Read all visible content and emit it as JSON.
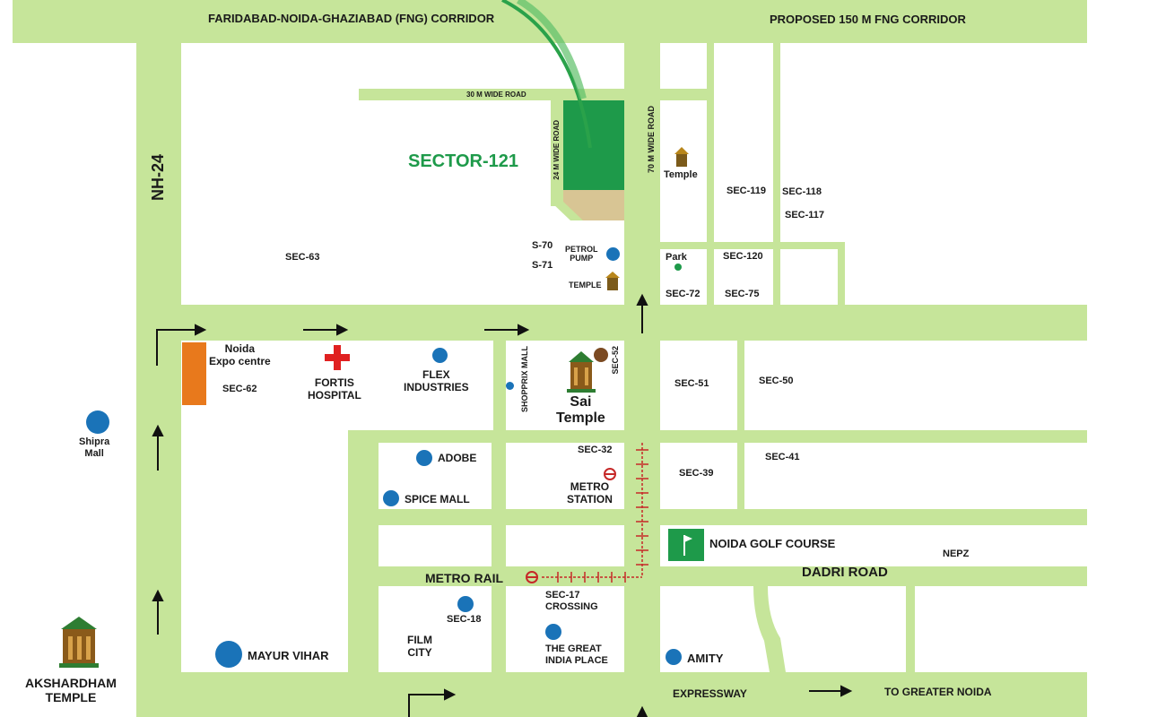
{
  "corridors": {
    "fng": "FARIDABAD-NOIDA-GHAZIABAD (FNG) CORRIDOR",
    "proposed": "PROPOSED 150 M FNG CORRIDOR"
  },
  "roads": {
    "nh24": "NH-24",
    "wide30": "30 M WIDE ROAD",
    "wide24": "24 M WIDE ROAD",
    "wide70": "70 M WIDE ROAD",
    "metro_rail": "METRO RAIL",
    "dadri": "DADRI ROAD",
    "expressway": "EXPRESSWAY",
    "greater_noida": "TO GREATER NOIDA"
  },
  "sectors": {
    "s121": "SECTOR-121",
    "s63": "SEC-63",
    "s70": "S-70",
    "s71": "S-71",
    "s119": "SEC-119",
    "s118": "SEC-118",
    "s117": "SEC-117",
    "s120": "SEC-120",
    "s72": "SEC-72",
    "s75": "SEC-75",
    "s62": "SEC-62",
    "s52": "SEC-52",
    "s51": "SEC-51",
    "s50": "SEC-50",
    "s32": "SEC-32",
    "s39": "SEC-39",
    "s41": "SEC-41",
    "nepz": "NEPZ",
    "s18": "SEC-18"
  },
  "places": {
    "petrol_pump": [
      "PETROL",
      "PUMP"
    ],
    "temple_small": "TEMPLE",
    "temple_top": "Temple",
    "park": "Park",
    "expo": [
      "Noida",
      "Expo centre"
    ],
    "fortis": [
      "FORTIS",
      "HOSPITAL"
    ],
    "flex": [
      "FLEX",
      "INDUSTRIES"
    ],
    "shopprix": "SHOPPRIX MALL",
    "sai": [
      "Sai",
      "Temple"
    ],
    "shipra": [
      "Shipra",
      "Mall"
    ],
    "adobe": "ADOBE",
    "spice": "SPICE MALL",
    "metro_station": [
      "METRO",
      "STATION"
    ],
    "golf": "NOIDA GOLF COURSE",
    "sec17": [
      "SEC-17",
      "CROSSING"
    ],
    "gip": [
      "THE GREAT",
      "INDIA PLACE"
    ],
    "film_city": [
      "FILM",
      "CITY"
    ],
    "mayur": "MAYUR VIHAR",
    "amity": "AMITY",
    "akshardham": [
      "AKSHARDHAM",
      "TEMPLE"
    ]
  },
  "colors": {
    "road": "#c6e59a",
    "marker": "#1a73b8",
    "accent_green": "#1e9a4a",
    "expo_orange": "#e8791c",
    "hospital_red": "#e02020",
    "metro_red": "#c62828",
    "sai_brown": "#7b4a22"
  },
  "icons": [
    "metro-icon",
    "golf-flag-icon",
    "temple-icon",
    "red-cross-icon",
    "arrow-icon"
  ]
}
